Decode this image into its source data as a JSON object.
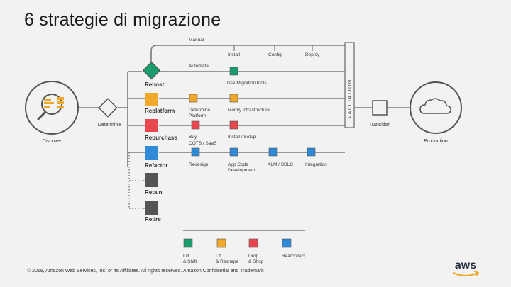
{
  "title": "6 strategie di migrazione",
  "footer": "© 2019, Amazon Web Services, Inc. or its Affiliates. All rights reserved. Amazon Confidential and Trademark",
  "logo_text": "aws",
  "nodes": {
    "discover": "Discover",
    "determine": "Determine",
    "transition": "Transition",
    "production": "Production",
    "validation": "VALIDATION"
  },
  "strategies": {
    "rehost": "Rehost",
    "replatform": "Replatform",
    "repurchase": "Repurchase",
    "refactor": "Refactor",
    "retain": "Retain",
    "retire": "Retire"
  },
  "steps": {
    "manual": "Manual",
    "install": "Install",
    "config": "Config",
    "deploy": "Deploy",
    "automate": "Automate",
    "use_migration_tools": "Use Migration tools",
    "determine_platform_1": "Determine",
    "determine_platform_2": "Platform",
    "modify_infrastructure": "Modify infrastructure",
    "buy_1": "Buy",
    "buy_2": "COTS / SaaS",
    "install_setup": "Install / Setup",
    "redesign": "Redesign",
    "app_code_1": "App Code",
    "app_code_2": "Development",
    "alm_sdlc": "ALM / SDLC",
    "integration": "Integration"
  },
  "legend": [
    {
      "line1": "Lift",
      "line2": "& Shift",
      "color": "#1a9c6c"
    },
    {
      "line1": "Lift",
      "line2": "& Reshape",
      "color": "#f0a92b"
    },
    {
      "line1": "Drop",
      "line2": "& Shop",
      "color": "#e8484d"
    },
    {
      "line1": "Rearchitect",
      "line2": "",
      "color": "#2f8ad7"
    }
  ],
  "colors": {
    "rehost": "#1a9c6c",
    "replatform": "#f0a92b",
    "repurchase": "#e8484d",
    "refactor": "#2f8ad7",
    "retain": "#555555",
    "retire": "#555555",
    "line": "#777777"
  }
}
